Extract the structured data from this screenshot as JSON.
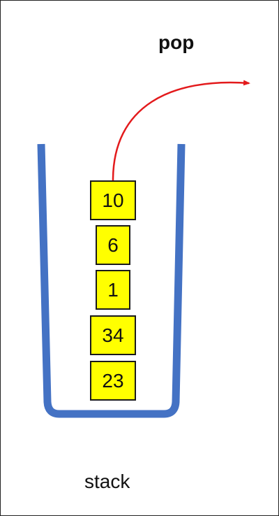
{
  "operation_label": "pop",
  "stack_label": "stack",
  "items": [
    {
      "value": "10"
    },
    {
      "value": "6"
    },
    {
      "value": "1"
    },
    {
      "value": "34"
    },
    {
      "value": "23"
    }
  ],
  "colors": {
    "container": "#4472c4",
    "item_fill": "#ffff00",
    "item_border": "#1a1a1a",
    "arrow": "#e31a1c"
  }
}
